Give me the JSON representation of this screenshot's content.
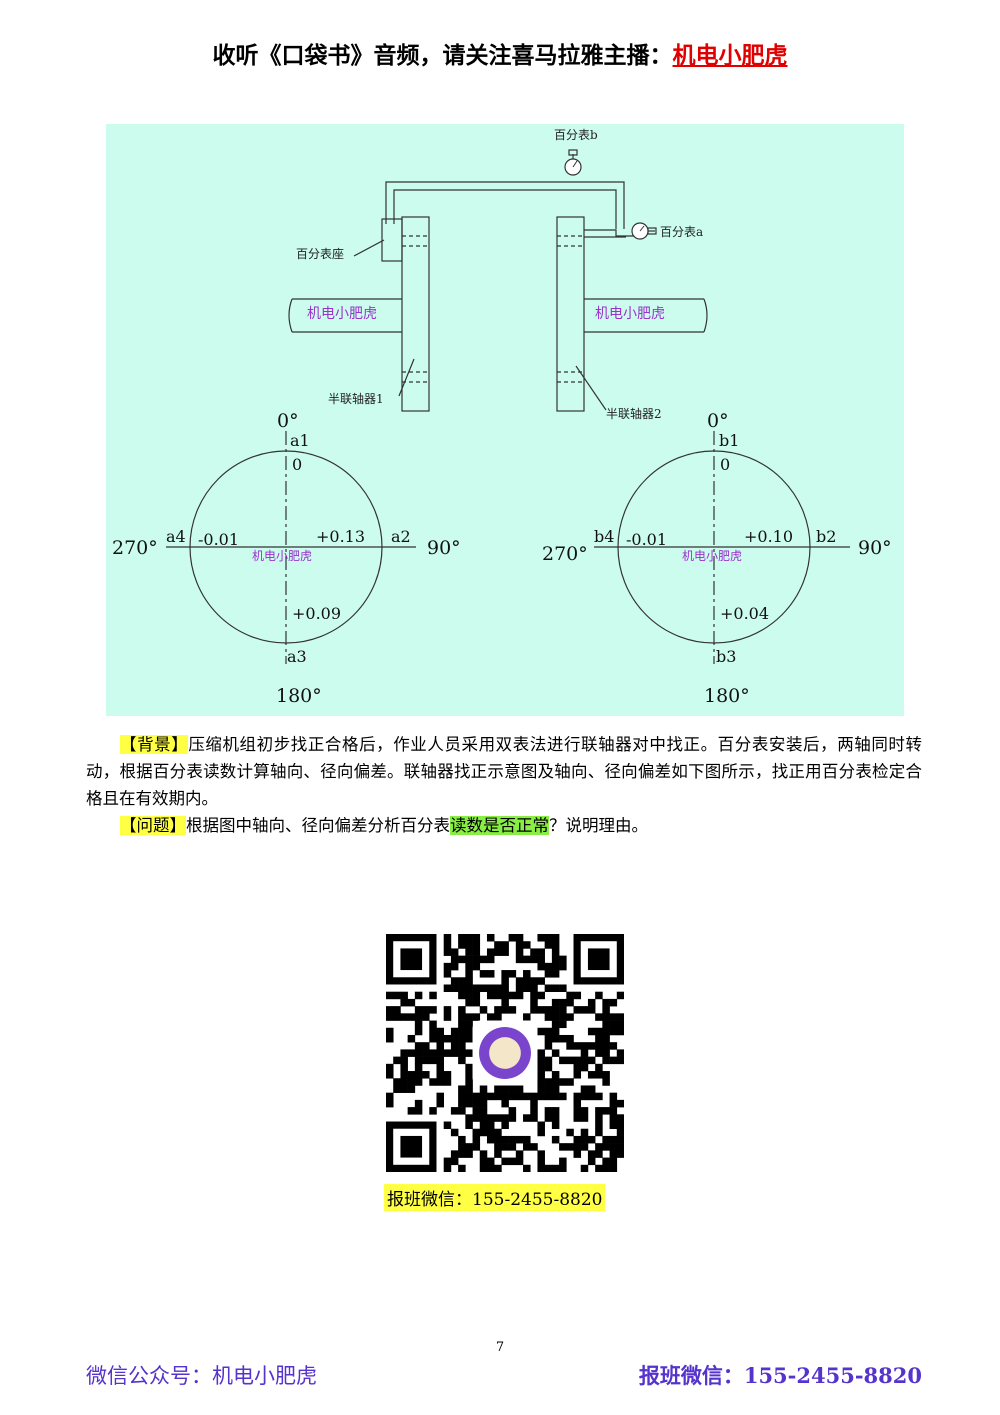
{
  "header": {
    "text": "收听《口袋书》音频，请关注喜马拉雅主播：",
    "brand": "机电小肥虎"
  },
  "figure": {
    "labels": {
      "gauge_b": "百分表b",
      "gauge_a": "百分表a",
      "gauge_seat": "百分表座",
      "shaft_left": "机电小肥虎",
      "shaft_right": "机电小肥虎",
      "coupling_1": "半联轴器1",
      "coupling_2": "半联轴器2",
      "watermark_left": "机电小肥虎",
      "watermark_right": "机电小肥虎"
    },
    "circle_a": {
      "top_deg": "0°",
      "right_deg": "90°",
      "bottom_deg": "180°",
      "left_deg": "270°",
      "top_pos": "a1",
      "right_pos": "a2",
      "bottom_pos": "a3",
      "left_pos": "a4",
      "top_val": "0",
      "right_val": "+0.13",
      "bottom_val": "+0.09",
      "left_val": "-0.01"
    },
    "circle_b": {
      "top_deg": "0°",
      "right_deg": "90°",
      "bottom_deg": "180°",
      "left_deg": "270°",
      "top_pos": "b1",
      "right_pos": "b2",
      "bottom_pos": "b3",
      "left_pos": "b4",
      "top_val": "0",
      "right_val": "+0.10",
      "bottom_val": "+0.04",
      "left_val": "-0.01"
    }
  },
  "background": {
    "tag": "【背景】",
    "text": "压缩机组初步找正合格后，作业人员采用双表法进行联轴器对中找正。百分表安装后，两轴同时转动，根据百分表读数计算轴向、径向偏差。联轴器找正示意图及轴向、径向偏差如下图所示，找正用百分表检定合格且在有效期内。"
  },
  "question": {
    "tag": "【问题】",
    "text_before": "根据图中轴向、径向偏差分析百分表",
    "highlight": "读数是否正常",
    "text_after": "？说明理由。"
  },
  "qr": {
    "caption": "报班微信：155-2455-8820"
  },
  "page_number": "7",
  "footer": {
    "left": "微信公众号：机电小肥虎",
    "right": "报班微信：155-2455-8820"
  },
  "colors": {
    "figure_bg": "#ccfcee",
    "brand_red": "#e00000",
    "footer_purple": "#5533cc",
    "watermark_purple": "#9933cc",
    "highlight_yellow": "#ffff44",
    "highlight_green": "#88ee44"
  }
}
